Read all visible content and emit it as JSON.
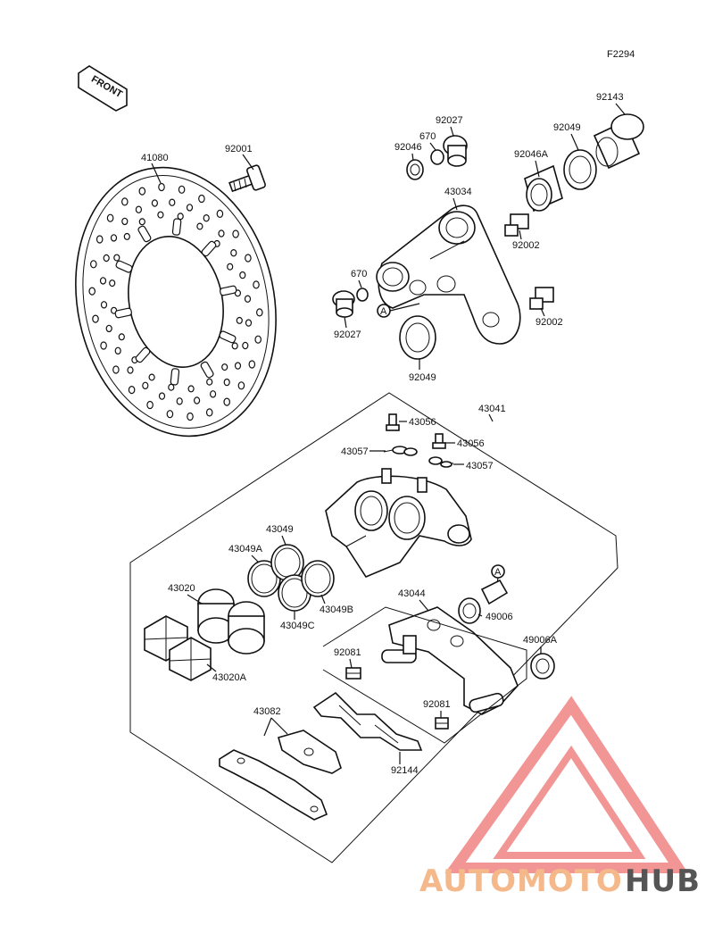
{
  "diagram_code": "F2294",
  "front_label": "FRONT",
  "callout_marker": "A",
  "labels": {
    "disc": "41080",
    "disc_bolt": "92001",
    "collar_top": "92027",
    "oring_top": "670",
    "bearing_left": "92046",
    "bracket": "43034",
    "bearing_right": "92046A",
    "seal_right": "92049",
    "collar_right": "92143",
    "bolt_upper": "92002",
    "bolt_lower": "92002",
    "oring_left": "670",
    "collar_left": "92027",
    "seal_left": "92049",
    "caliper_assy": "43041",
    "bleeder_1": "43056",
    "bleeder_2": "43056",
    "cap_1": "43057",
    "cap_2": "43057",
    "seal_1": "43049",
    "seal_1a": "43049A",
    "seal_1b": "43049B",
    "seal_1c": "43049C",
    "piston_1": "43020",
    "piston_2": "43020A",
    "holder": "43044",
    "boot_1": "49006",
    "boot_2": "49006A",
    "clip_1": "92081",
    "clip_2": "92081",
    "pad_set": "43082",
    "spring": "92144"
  },
  "watermark": {
    "part1": "AUTOMOTO",
    "part2": "HUB",
    "color_primary": "#f08a8a",
    "color_secondary": "#f5b88a",
    "color_dark": "#555555"
  }
}
